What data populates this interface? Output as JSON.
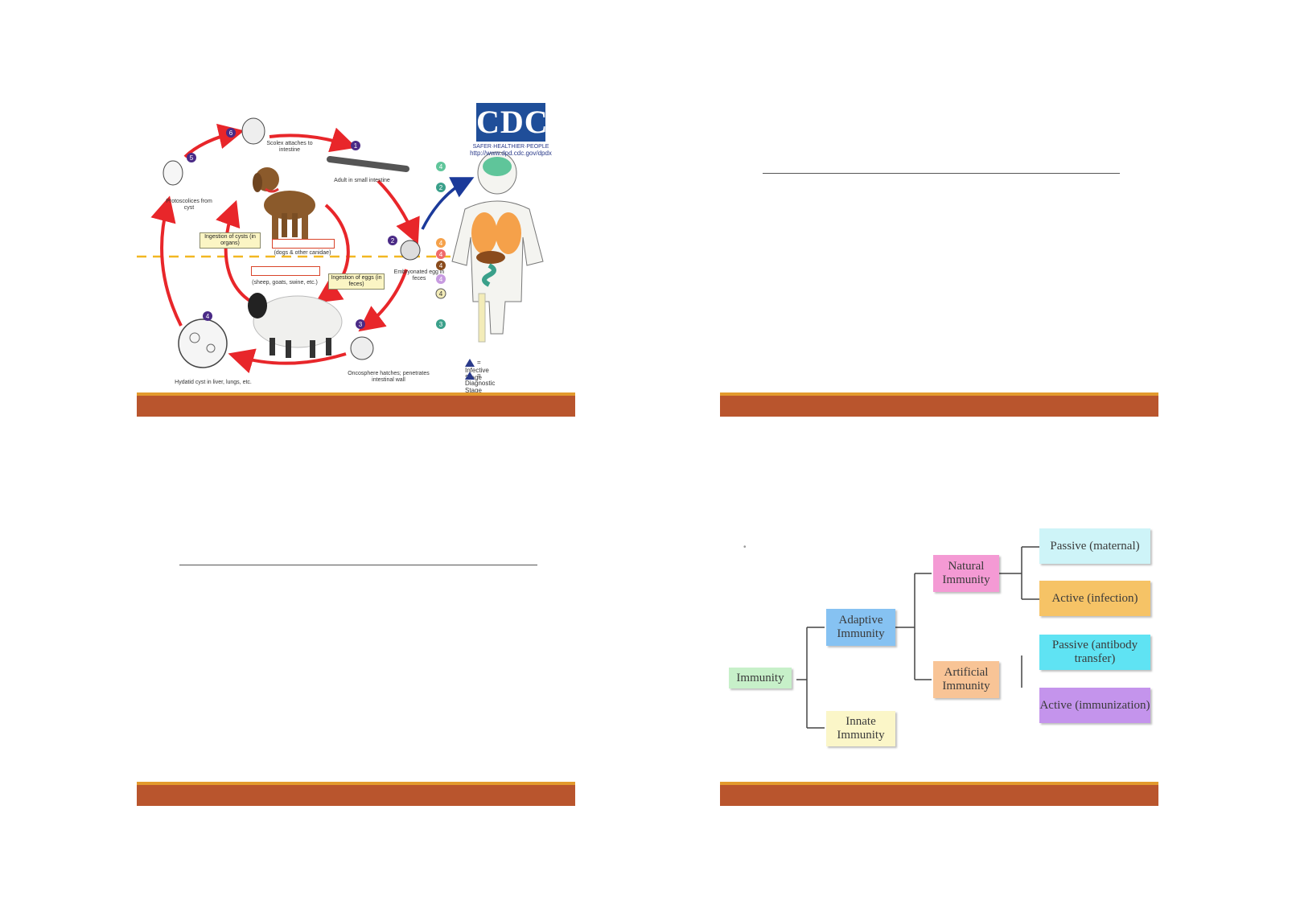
{
  "colors": {
    "footer_bar": "#b9552d",
    "footer_accent": "#e39a2d",
    "cycle_arrow": "#e8262a",
    "dashed_line": "#f2b722",
    "cdc_blue": "#1f4e99",
    "box_green": "#c7f0c9",
    "box_blue": "#86c2f2",
    "box_yellow": "#fbf6c8",
    "box_pink": "#f49ad4",
    "box_peach": "#f8c496",
    "box_lightcyan": "#cef4f8",
    "box_orange": "#f6c366",
    "box_cyan": "#5fe3f3",
    "box_purple": "#c494ec"
  },
  "cycle": {
    "logo": "CDC",
    "logo_sub": "SAFER·HEALTHIER·PEOPLE",
    "url": "http://www.dpd.cdc.gov/dpdx",
    "stage1": "Adult in small intestine",
    "stage2": "Embryonated egg in feces",
    "stage3": "Oncosphere hatches; penetrates intestinal wall",
    "stage4": "Hydatid cyst in liver, lungs, etc.",
    "stage5": "Protoscolices from cyst",
    "stage6": "Scolex attaches to intestine",
    "ingest_cysts": "Ingestion of cysts (in organs)",
    "ingest_eggs": "Ingestion of eggs (in feces)",
    "definitive_host": "(dogs & other canidae)",
    "intermediate_host": "(sheep, goats, swine, etc.)",
    "legend_infective": "= Infective Stage",
    "legend_diagnostic": "= Diagnostic Stage",
    "n1": "1",
    "n2": "2",
    "n3": "3",
    "n4": "4",
    "n5": "5",
    "n6": "6",
    "ni": "i",
    "nd": "d"
  },
  "immunity": {
    "root": "Immunity",
    "adaptive": "Adaptive Immunity",
    "innate": "Innate Immunity",
    "natural": "Natural Immunity",
    "artificial": "Artificial Immunity",
    "natural_passive": "Passive (maternal)",
    "natural_active": "Active (infection)",
    "artificial_passive": "Passive (antibody transfer)",
    "artificial_active": "Active (immunization)"
  }
}
